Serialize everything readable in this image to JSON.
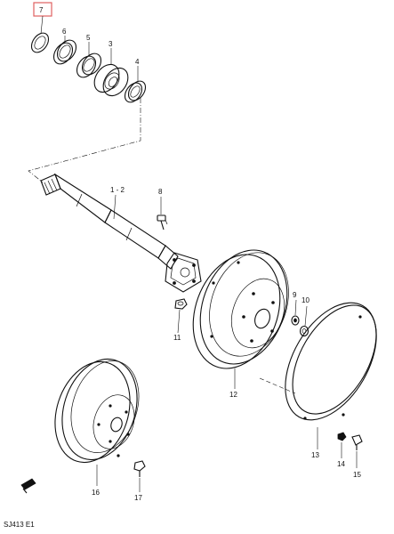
{
  "diagram": {
    "code": "SJ413 E1",
    "labels": {
      "p7": "7",
      "p6": "6",
      "p5": "5",
      "p3": "3",
      "p4": "4",
      "p1_2": "1 - 2",
      "p8": "8",
      "p9": "9",
      "p10": "10",
      "p11": "11",
      "p12": "12",
      "p13": "13",
      "p14": "14",
      "p15": "15",
      "p16": "16",
      "p17": "17"
    },
    "highlight_color": "#e06060"
  }
}
